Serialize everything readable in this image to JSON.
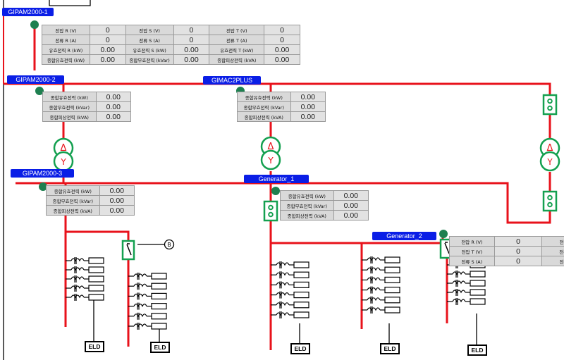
{
  "devices": {
    "gipam1": "GIPAM2000-1",
    "gipam2": "GIPAM2000-2",
    "gimac": "GIMAC2PLUS",
    "gipam3": "GIPAM2000-3",
    "gen1": "Generator_1",
    "gen2": "Generator_2"
  },
  "meter1": {
    "rows": [
      [
        {
          "l": "전압 R (V)",
          "v": "0"
        },
        {
          "l": "전압 S (V)",
          "v": "0"
        },
        {
          "l": "전압 T (V)",
          "v": "0"
        }
      ],
      [
        {
          "l": "전류 R (A)",
          "v": "0"
        },
        {
          "l": "전류 S (A)",
          "v": "0"
        },
        {
          "l": "전류 T (A)",
          "v": "0"
        }
      ],
      [
        {
          "l": "유효전력 R (kW)",
          "v": "0.00"
        },
        {
          "l": "유효전력 S (kW)",
          "v": "0.00"
        },
        {
          "l": "유효전력 T (kW)",
          "v": "0.00"
        }
      ],
      [
        {
          "l": "종합유효전력 (kW)",
          "v": "0.00"
        },
        {
          "l": "종합무효전력 (kVar)",
          "v": "0.00"
        },
        {
          "l": "종합피상전력 (kVA)",
          "v": "0.00"
        }
      ]
    ]
  },
  "meter2": {
    "rows": [
      {
        "l": "종합유효전력 (kW)",
        "v": "0.00"
      },
      {
        "l": "종합무효전력 (kVar)",
        "v": "0.00"
      },
      {
        "l": "종합피상전력 (kVA)",
        "v": "0.00"
      }
    ]
  },
  "meter3": {
    "rows": [
      {
        "l": "종합유효전력 (kW)",
        "v": "0.00"
      },
      {
        "l": "종합무효전력 (kVar)",
        "v": "0.00"
      },
      {
        "l": "종합피상전력 (kVA)",
        "v": "0.00"
      }
    ]
  },
  "meter4": {
    "rows": [
      {
        "l": "종합유효전력 (kW)",
        "v": "0.00"
      },
      {
        "l": "종합무효전력 (kVar)",
        "v": "0.00"
      },
      {
        "l": "종합피상전력 (kVA)",
        "v": "0.00"
      }
    ]
  },
  "meter5": {
    "rows": [
      {
        "l": "종합유효전력 (kW)",
        "v": "0.00"
      },
      {
        "l": "종합무효전력 (kVar)",
        "v": "0.00"
      },
      {
        "l": "종합피상전력 (kVA)",
        "v": "0.00"
      }
    ]
  },
  "meter6": {
    "rows": [
      [
        {
          "l": "전압 R (V)",
          "v": "0"
        },
        {
          "l": "전압 S"
        }
      ],
      [
        {
          "l": "전압 T (V)",
          "v": "0"
        },
        {
          "l": "전류 R"
        }
      ],
      [
        {
          "l": "전류 S (A)",
          "v": "0"
        },
        {
          "l": "전류 T"
        }
      ]
    ]
  },
  "transformer": {
    "primary": "Δ",
    "secondary": "Y"
  },
  "bus_label": "B",
  "eld_label": "ELD",
  "colors": {
    "bus": "#e8121b",
    "tag": "#0a1ee6",
    "breaker": "#14a050",
    "node": "#1e8050"
  }
}
